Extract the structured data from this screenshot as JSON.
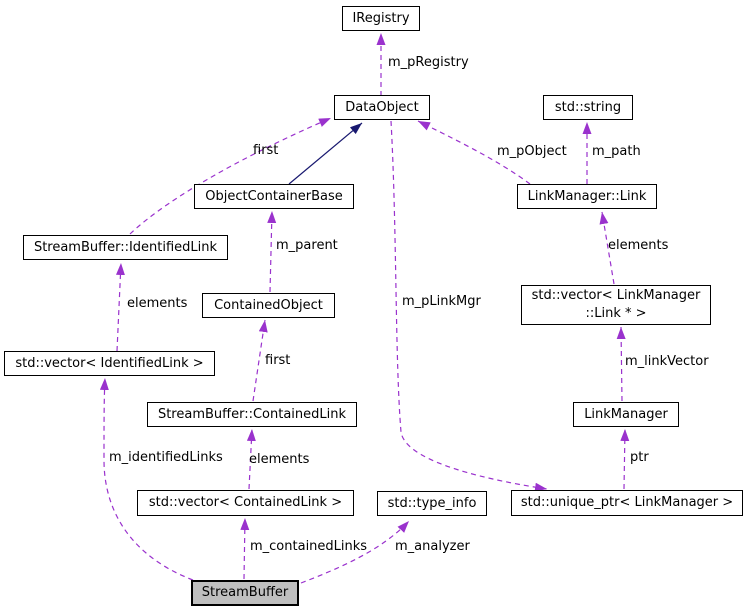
{
  "diagram_type": "doxygen-collaboration-graph",
  "colors": {
    "usage_edge": "#9a32cd",
    "inheritance_edge": "#191970",
    "node_fill": "#ffffff",
    "node_border": "#000000",
    "current_node_fill": "#bfbfbf",
    "background": "#ffffff",
    "text": "#000000"
  },
  "nodes": {
    "iregistry": {
      "label": "IRegistry"
    },
    "dataobject": {
      "label": "DataObject"
    },
    "std_string": {
      "label": "std::string"
    },
    "objectcontainerbase": {
      "label": "ObjectContainerBase"
    },
    "linkmanager_link": {
      "label": "LinkManager::Link"
    },
    "streambuffer_identifiedlink": {
      "label": "StreamBuffer::IdentifiedLink"
    },
    "containedobject": {
      "label": "ContainedObject"
    },
    "vector_linkmanager_link": {
      "label": "std::vector< LinkManager\n::Link * >"
    },
    "vector_identifiedlink": {
      "label": "std::vector< IdentifiedLink >"
    },
    "streambuffer_containedlink": {
      "label": "StreamBuffer::ContainedLink"
    },
    "linkmanager": {
      "label": "LinkManager"
    },
    "vector_containedlink": {
      "label": "std::vector< ContainedLink >"
    },
    "std_type_info": {
      "label": "std::type_info"
    },
    "unique_ptr_linkmanager": {
      "label": "std::unique_ptr< LinkManager >"
    },
    "streambuffer": {
      "label": "StreamBuffer"
    }
  },
  "edge_labels": {
    "m_pRegistry": "m_pRegistry",
    "first_identifiedlink": "first",
    "m_pObject": "m_pObject",
    "m_path": "m_path",
    "m_parent": "m_parent",
    "elements_link": "elements",
    "m_linkVector": "m_linkVector",
    "ptr": "ptr",
    "m_pLinkMgr": "m_pLinkMgr",
    "elements_identifiedlink": "elements",
    "first_containedobject": "first",
    "elements_containedlink": "elements",
    "m_identifiedLinks": "m_identifiedLinks",
    "m_containedLinks": "m_containedLinks",
    "m_analyzer": "m_analyzer"
  }
}
